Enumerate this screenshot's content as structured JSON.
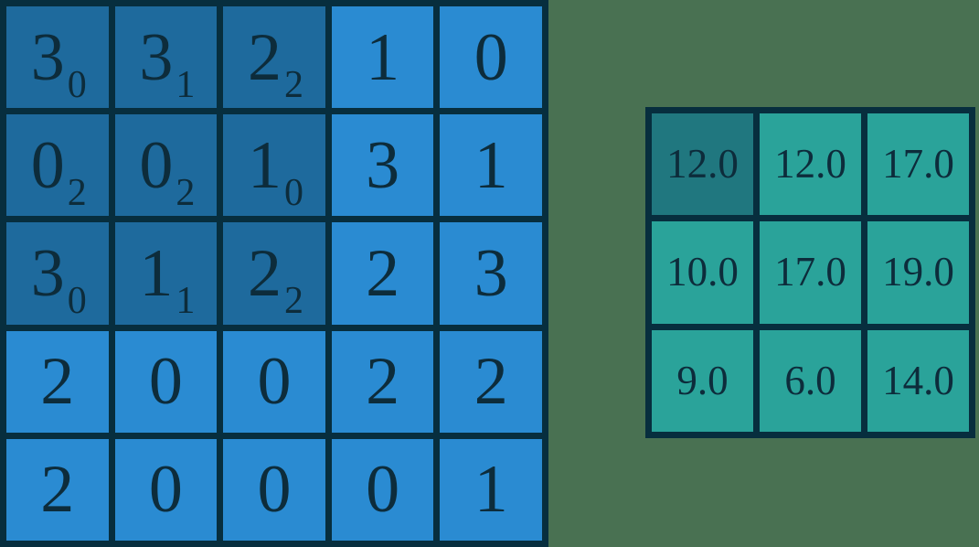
{
  "figure": {
    "title": "2d-convolution-visualization",
    "background_color": "#497152",
    "grid_line_color": "#072e3e",
    "text_color": "#0d2c3b"
  },
  "input_grid": {
    "rows": 5,
    "cols": 5,
    "cell_color": "#2a8bd2",
    "highlight_color": "#1e6a9d",
    "cells": [
      [
        {
          "value": "3",
          "sub": "0",
          "highlight": true
        },
        {
          "value": "3",
          "sub": "1",
          "highlight": true
        },
        {
          "value": "2",
          "sub": "2",
          "highlight": true
        },
        {
          "value": "1",
          "sub": "",
          "highlight": false
        },
        {
          "value": "0",
          "sub": "",
          "highlight": false
        }
      ],
      [
        {
          "value": "0",
          "sub": "2",
          "highlight": true
        },
        {
          "value": "0",
          "sub": "2",
          "highlight": true
        },
        {
          "value": "1",
          "sub": "0",
          "highlight": true
        },
        {
          "value": "3",
          "sub": "",
          "highlight": false
        },
        {
          "value": "1",
          "sub": "",
          "highlight": false
        }
      ],
      [
        {
          "value": "3",
          "sub": "0",
          "highlight": true
        },
        {
          "value": "1",
          "sub": "1",
          "highlight": true
        },
        {
          "value": "2",
          "sub": "2",
          "highlight": true
        },
        {
          "value": "2",
          "sub": "",
          "highlight": false
        },
        {
          "value": "3",
          "sub": "",
          "highlight": false
        }
      ],
      [
        {
          "value": "2",
          "sub": "",
          "highlight": false
        },
        {
          "value": "0",
          "sub": "",
          "highlight": false
        },
        {
          "value": "0",
          "sub": "",
          "highlight": false
        },
        {
          "value": "2",
          "sub": "",
          "highlight": false
        },
        {
          "value": "2",
          "sub": "",
          "highlight": false
        }
      ],
      [
        {
          "value": "2",
          "sub": "",
          "highlight": false
        },
        {
          "value": "0",
          "sub": "",
          "highlight": false
        },
        {
          "value": "0",
          "sub": "",
          "highlight": false
        },
        {
          "value": "0",
          "sub": "",
          "highlight": false
        },
        {
          "value": "1",
          "sub": "",
          "highlight": false
        }
      ]
    ],
    "kernel_weights": [
      [
        0,
        1,
        2
      ],
      [
        2,
        2,
        0
      ],
      [
        0,
        1,
        2
      ]
    ]
  },
  "output_grid": {
    "rows": 3,
    "cols": 3,
    "cell_color": "#2aa39a",
    "highlight_color": "#20777f",
    "cells": [
      [
        {
          "value": "12.0",
          "sub": "",
          "highlight": true
        },
        {
          "value": "12.0",
          "sub": "",
          "highlight": false
        },
        {
          "value": "17.0",
          "sub": "",
          "highlight": false
        }
      ],
      [
        {
          "value": "10.0",
          "sub": "",
          "highlight": false
        },
        {
          "value": "17.0",
          "sub": "",
          "highlight": false
        },
        {
          "value": "19.0",
          "sub": "",
          "highlight": false
        }
      ],
      [
        {
          "value": "9.0",
          "sub": "",
          "highlight": false
        },
        {
          "value": "6.0",
          "sub": "",
          "highlight": false
        },
        {
          "value": "14.0",
          "sub": "",
          "highlight": false
        }
      ]
    ]
  }
}
